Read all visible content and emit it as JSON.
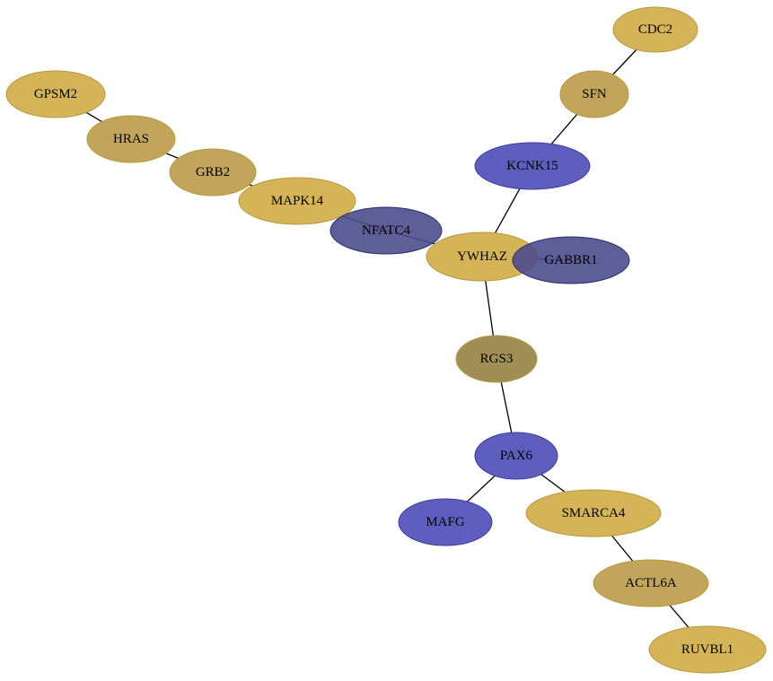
{
  "network": {
    "colors": {
      "gold": "#D4B456",
      "gold_dark": "#C2A55A",
      "olive": "#A08E56",
      "blue": "#5E5EBE",
      "navy": "#4C4C8E",
      "gold_stroke": "#B89A3E",
      "blue_stroke": "#3E3E9E",
      "navy_stroke": "#2E2E6E"
    },
    "nodes": [
      {
        "id": "CDC2",
        "label": "CDC2",
        "color": "gold"
      },
      {
        "id": "SFN",
        "label": "SFN",
        "color": "gold_dark"
      },
      {
        "id": "KCNK15",
        "label": "KCNK15",
        "color": "blue"
      },
      {
        "id": "GPSM2",
        "label": "GPSM2",
        "color": "gold"
      },
      {
        "id": "HRAS",
        "label": "HRAS",
        "color": "gold_dark"
      },
      {
        "id": "GRB2",
        "label": "GRB2",
        "color": "gold_dark"
      },
      {
        "id": "MAPK14",
        "label": "MAPK14",
        "color": "gold"
      },
      {
        "id": "NFATC4",
        "label": "NFATC4",
        "color": "navy"
      },
      {
        "id": "YWHAZ",
        "label": "YWHAZ",
        "color": "gold"
      },
      {
        "id": "GABBR1",
        "label": "GABBR1",
        "color": "navy"
      },
      {
        "id": "RGS3",
        "label": "RGS3",
        "color": "olive"
      },
      {
        "id": "PAX6",
        "label": "PAX6",
        "color": "blue"
      },
      {
        "id": "MAFG",
        "label": "MAFG",
        "color": "blue"
      },
      {
        "id": "SMARCA4",
        "label": "SMARCA4",
        "color": "gold"
      },
      {
        "id": "ACTL6A",
        "label": "ACTL6A",
        "color": "gold_dark"
      },
      {
        "id": "RUVBL1",
        "label": "RUVBL1",
        "color": "gold"
      }
    ],
    "edges": [
      [
        "CDC2",
        "SFN"
      ],
      [
        "SFN",
        "KCNK15"
      ],
      [
        "KCNK15",
        "YWHAZ"
      ],
      [
        "GPSM2",
        "HRAS"
      ],
      [
        "HRAS",
        "GRB2"
      ],
      [
        "GRB2",
        "MAPK14"
      ],
      [
        "MAPK14",
        "NFATC4"
      ],
      [
        "NFATC4",
        "YWHAZ"
      ],
      [
        "YWHAZ",
        "GABBR1"
      ],
      [
        "YWHAZ",
        "RGS3"
      ],
      [
        "RGS3",
        "PAX6"
      ],
      [
        "PAX6",
        "MAFG"
      ],
      [
        "PAX6",
        "SMARCA4"
      ],
      [
        "SMARCA4",
        "ACTL6A"
      ],
      [
        "ACTL6A",
        "RUVBL1"
      ]
    ]
  }
}
